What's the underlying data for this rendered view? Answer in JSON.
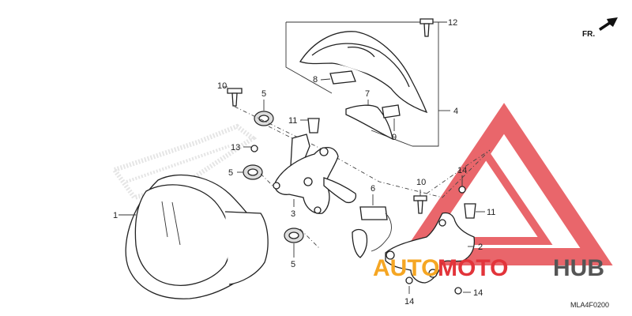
{
  "diagram": {
    "direction_label": "FR.",
    "figure_code": "MLA4F0200",
    "callouts": [
      "1",
      "2",
      "3",
      "4",
      "5",
      "5",
      "5",
      "6",
      "7",
      "8",
      "9",
      "10",
      "10",
      "11",
      "11",
      "12",
      "13",
      "14",
      "14",
      "14"
    ]
  },
  "watermark": {
    "text_orange": "AUTO",
    "text_red": "MOTO",
    "text_dark": "HUB",
    "color_orange": "#f5a623",
    "color_red": "#e2343a",
    "color_dark": "#555555"
  }
}
